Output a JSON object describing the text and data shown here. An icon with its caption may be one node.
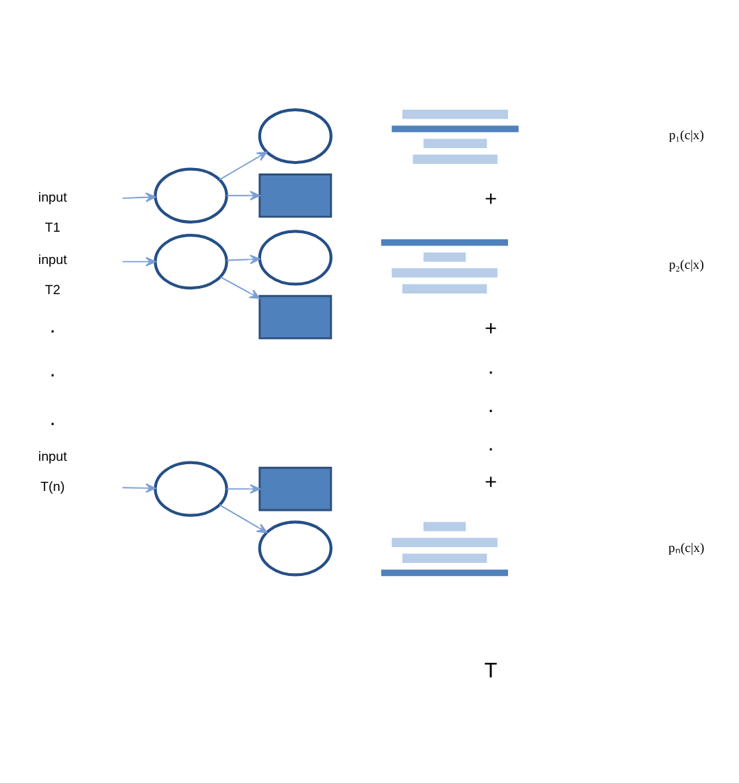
{
  "diagram": {
    "nodes": [
      {
        "text": [],
        "shape": "circle"
      },
      {
        "text": [],
        "shape": "circle"
      },
      {
        "text": [],
        "shape": "box"
      },
      {
        "text": [],
        "shape": "circle"
      },
      {
        "text": [],
        "shape": "circle"
      },
      {
        "text": [],
        "shape": "box"
      },
      {
        "text": [],
        "shape": "circle"
      },
      {
        "text": [],
        "shape": "box"
      },
      {
        "text": [],
        "shape": "circle"
      }
    ],
    "edges": [
      {
        "from": null,
        "to": 0,
        "arrow": "to"
      },
      {
        "from": 0,
        "to": 1,
        "arrow": "to"
      },
      {
        "from": 0,
        "to": 2,
        "arrow": "to"
      },
      {
        "from": null,
        "to": 3,
        "arrow": "to"
      },
      {
        "from": 3,
        "to": 4,
        "arrow": "to"
      },
      {
        "from": 3,
        "to": 5,
        "arrow": "to"
      },
      {
        "from": null,
        "to": 6,
        "arrow": "to"
      },
      {
        "from": 6,
        "to": 7,
        "arrow": "to"
      },
      {
        "from": 6,
        "to": 8,
        "arrow": "to"
      }
    ],
    "labels": [
      "input",
      "T1",
      "p₁(c|x)",
      "+",
      "input",
      "T2",
      "p₂(c|x)",
      "+",
      ".",
      ".",
      ".",
      ".",
      ".",
      ".",
      "+",
      "input",
      "T(n)",
      "pₙ(c|x)",
      "T"
    ]
  }
}
